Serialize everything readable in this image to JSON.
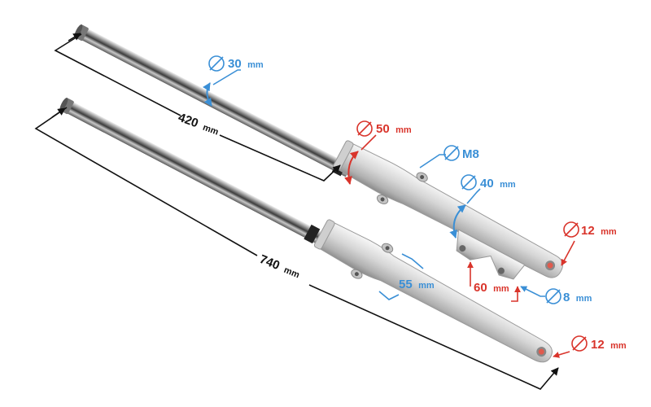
{
  "dimensions": {
    "fork_short_length": {
      "value": "420",
      "unit": "mm"
    },
    "fork_long_length": {
      "value": "740",
      "unit": "mm"
    },
    "inner_tube_diameter": {
      "value": "30",
      "unit": "mm"
    },
    "outer_top_diameter": {
      "value": "50",
      "unit": "mm"
    },
    "bolt_thread": {
      "value": "M8"
    },
    "body_diameter": {
      "value": "40",
      "unit": "mm"
    },
    "axle_hole_upper": {
      "value": "12",
      "unit": "mm"
    },
    "axle_hole_lower": {
      "value": "12",
      "unit": "mm"
    },
    "caliper_spacing": {
      "value": "60",
      "unit": "mm"
    },
    "caliper_hole": {
      "value": "8",
      "unit": "mm"
    },
    "mount_spacing": {
      "value": "55",
      "unit": "mm"
    }
  },
  "colors": {
    "blue": "#3a8fd6",
    "red": "#d9342b",
    "black": "#111111"
  }
}
